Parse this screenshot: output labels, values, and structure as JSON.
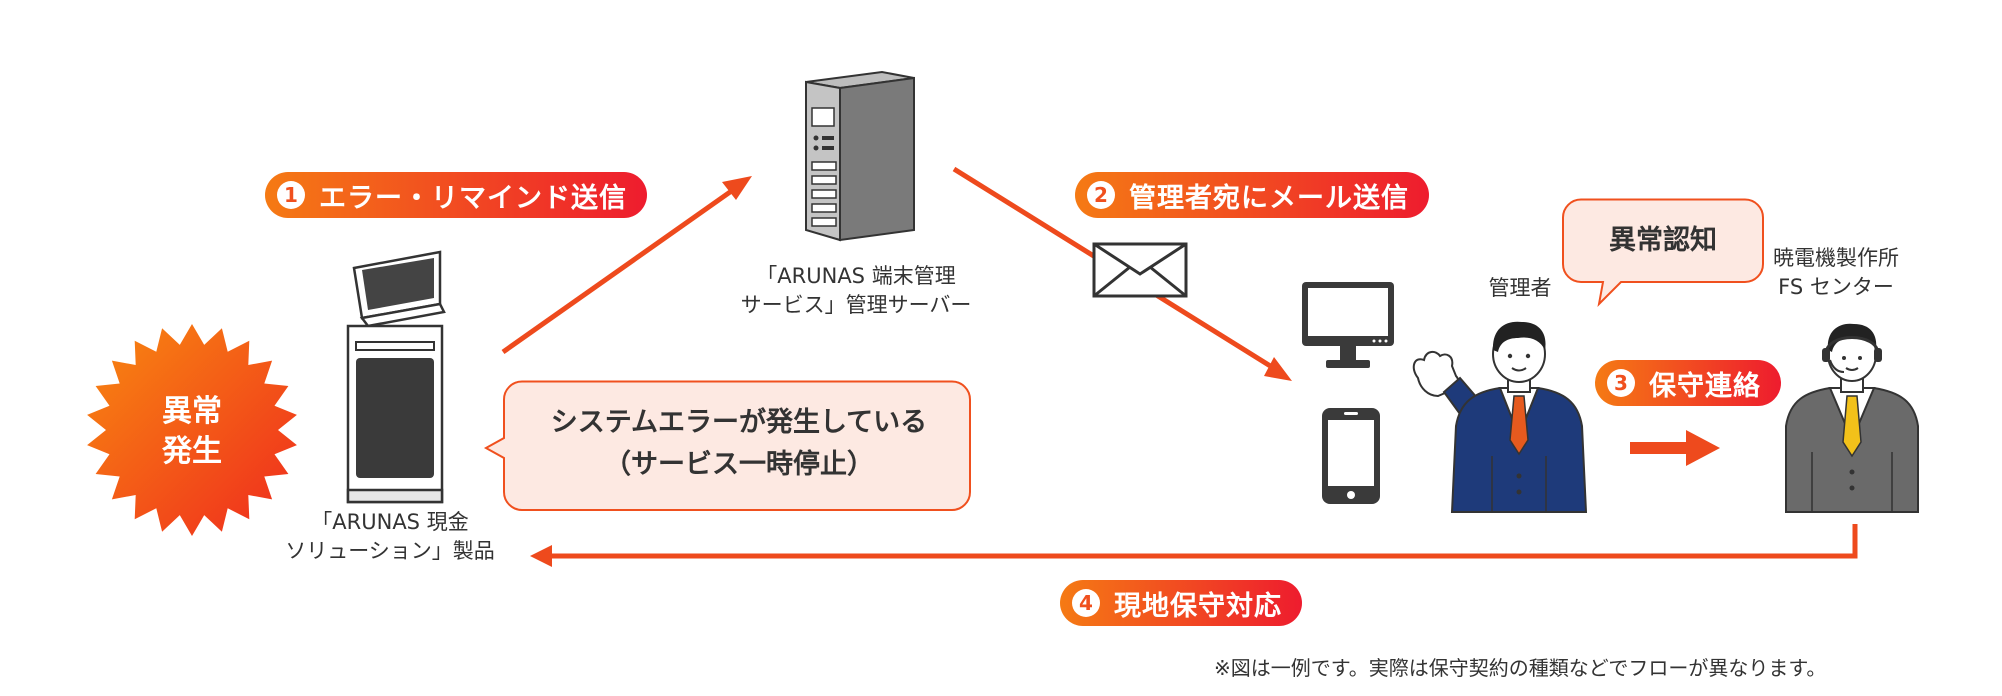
{
  "steps": {
    "step1": {
      "num": "1",
      "label": "エラー・リマインド送信"
    },
    "step2": {
      "num": "2",
      "label": "管理者宛にメール送信"
    },
    "step3": {
      "num": "3",
      "label": "保守連絡"
    },
    "step4": {
      "num": "4",
      "label": "現地保守対応"
    }
  },
  "burst": {
    "line1": "異常",
    "line2": "発生"
  },
  "kiosk": {
    "line1": "「ARUNAS 現金",
    "line2": "ソリューション」製品"
  },
  "server": {
    "line1": "「ARUNAS 端末管理",
    "line2": "サービス」管理サーバー"
  },
  "error_bubble": {
    "line1": "システムエラーが発生している",
    "line2": "（サービス一時停止）"
  },
  "recognition_bubble": {
    "text": "異常認知"
  },
  "admin": {
    "label": "管理者"
  },
  "center": {
    "line1": "暁電機製作所",
    "line2": "FS センター"
  },
  "footnote": "※図は一例です。実際は保守契約の種類などでフローが異なります。",
  "colors": {
    "arrow": "#ee4a1d",
    "gradient_start": "#f57a14",
    "gradient_end": "#ee1c2e",
    "bubble_fill": "#fde9e2",
    "bubble_border": "#f0501e"
  },
  "icons": [
    "kiosk-icon",
    "server-icon",
    "envelope-icon",
    "monitor-icon",
    "smartphone-icon",
    "manager-figure",
    "support-staff-figure"
  ]
}
